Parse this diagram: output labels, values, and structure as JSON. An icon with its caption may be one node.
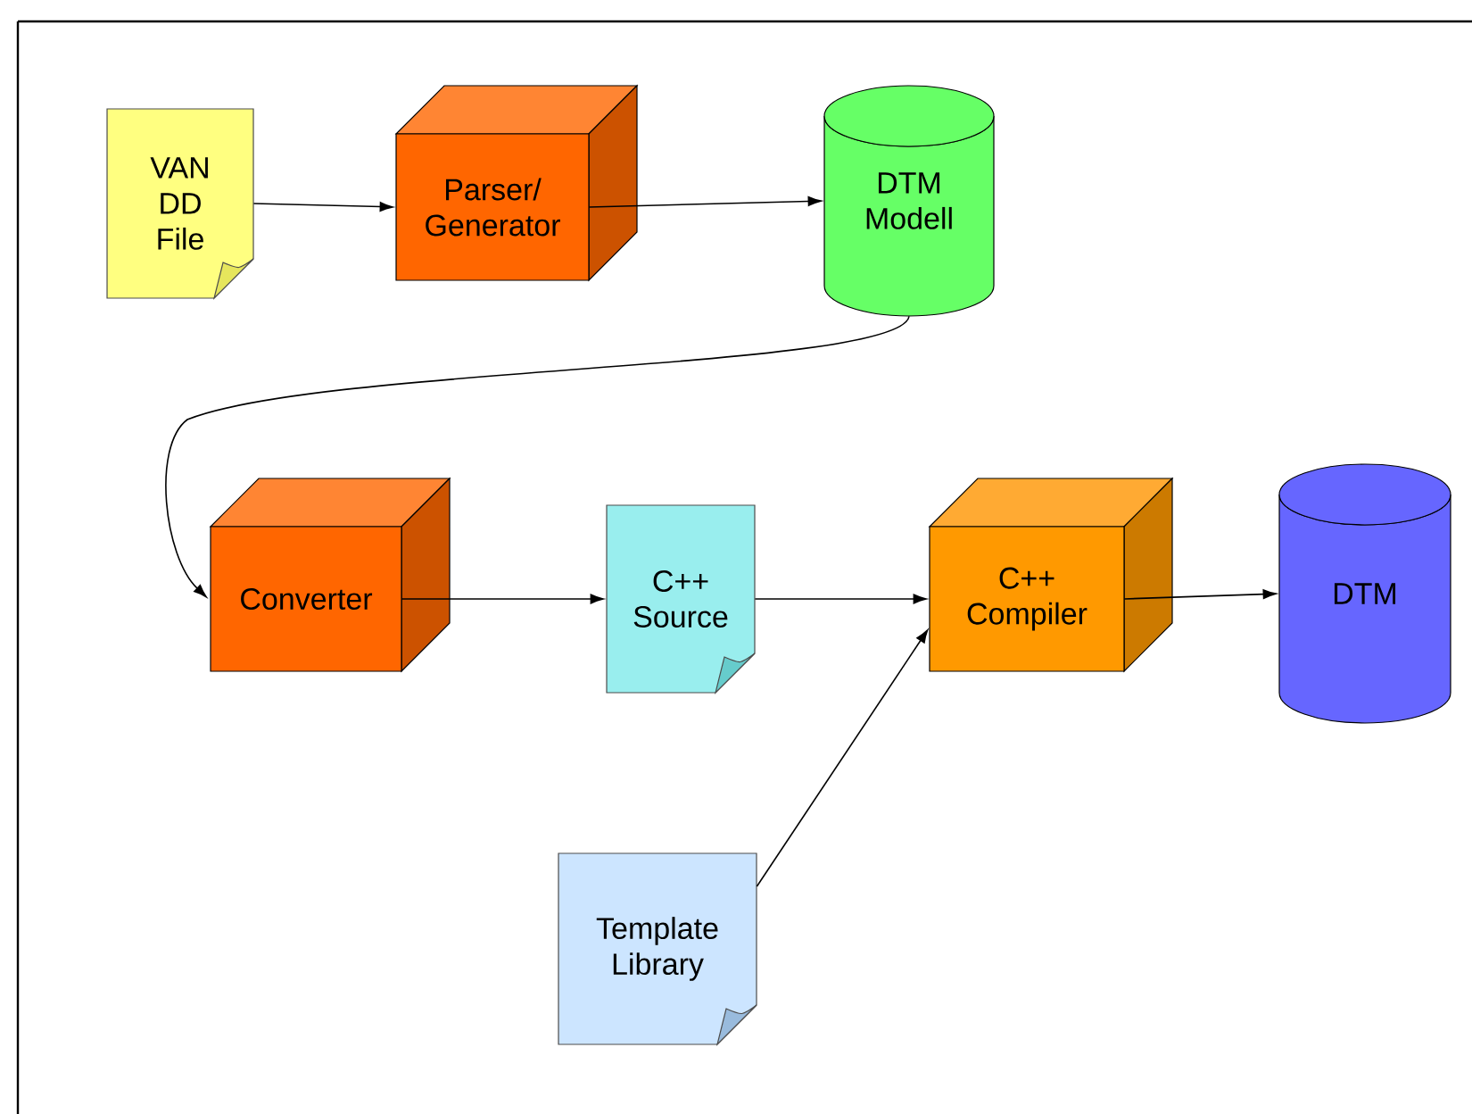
{
  "diagram": {
    "nodes": [
      {
        "text": [
          "VAN DD File"
        ]
      },
      {
        "text": [
          "Parser/ Generator"
        ]
      },
      {
        "text": [
          "DTM Modell"
        ]
      },
      {
        "text": [
          "Converter"
        ]
      },
      {
        "text": [
          "C++ Source"
        ]
      },
      {
        "text": [
          "C++ Compiler"
        ]
      },
      {
        "text": [
          "DTM"
        ]
      },
      {
        "text": [
          "Template Library"
        ]
      }
    ],
    "edges": [
      {
        "from": 0,
        "to": 1,
        "arrow": "to"
      },
      {
        "from": 1,
        "to": 2,
        "arrow": "to"
      },
      {
        "from": 2,
        "to": 3,
        "arrow": "to"
      },
      {
        "from": 3,
        "to": 4,
        "arrow": "to"
      },
      {
        "from": 4,
        "to": 5,
        "arrow": "to"
      },
      {
        "from": 7,
        "to": 5,
        "arrow": "to"
      },
      {
        "from": 5,
        "to": 6,
        "arrow": "to"
      }
    ]
  }
}
